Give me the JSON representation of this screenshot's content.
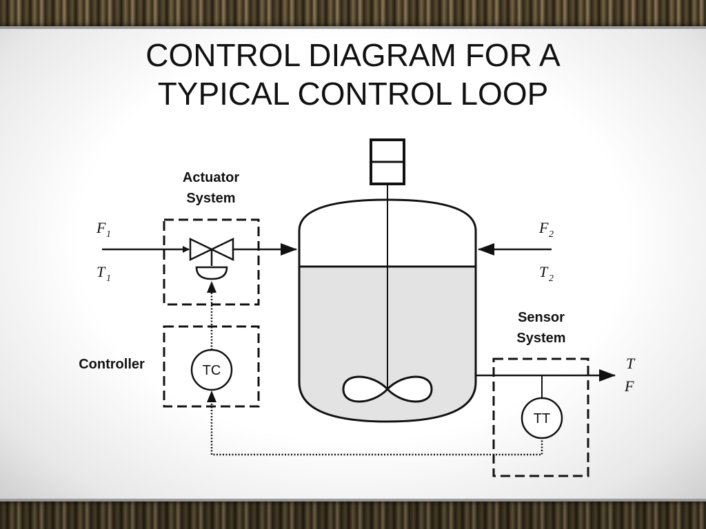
{
  "slide": {
    "title_line1": "CONTROL DIAGRAM FOR A",
    "title_line2": "TYPICAL CONTROL LOOP"
  },
  "diagram": {
    "actuator_label_line1": "Actuator",
    "actuator_label_line2": "System",
    "sensor_label_line1": "Sensor",
    "sensor_label_line2": "System",
    "controller_label": "Controller",
    "controller_tag": "TC",
    "transmitter_tag": "TT",
    "inlet1_flow": "F",
    "inlet1_flow_sub": "1",
    "inlet1_temp": "T",
    "inlet1_temp_sub": "1",
    "inlet2_flow": "F",
    "inlet2_flow_sub": "2",
    "inlet2_temp": "T",
    "inlet2_temp_sub": "2",
    "outlet_temp": "T",
    "outlet_flow": "F"
  }
}
